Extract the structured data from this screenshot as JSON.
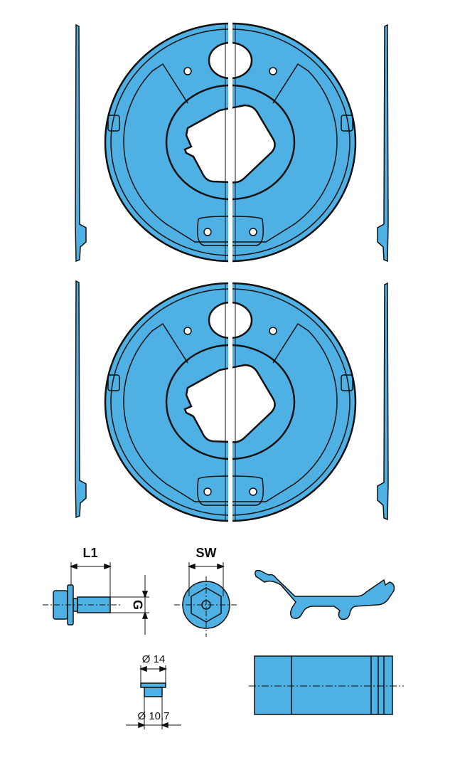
{
  "colors": {
    "part": "#4fb0e3",
    "outline": "#111111",
    "background": "#ffffff"
  },
  "labels": {
    "length": "L1",
    "thread": "G",
    "wrench_size": "SW",
    "outer_diameter": "Ø 14",
    "inner_diameter": "Ø 10,7"
  }
}
